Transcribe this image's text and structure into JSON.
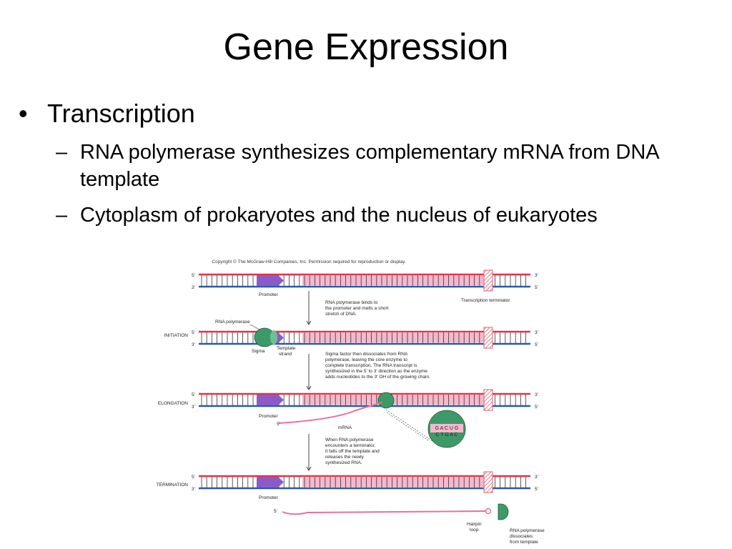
{
  "slide": {
    "title": "Gene Expression",
    "bullet": "Transcription",
    "sub_bullets": [
      "RNA polymerase synthesizes complementary mRNA from DNA template",
      "Cytoplasm of prokaryotes and the nucleus of eukaryotes"
    ],
    "bullet_glyph": "•",
    "dash_glyph": "–"
  },
  "figure": {
    "copyright": "Copyright © The McGraw-Hill Companies, Inc. Permission required for reproduction or display.",
    "ends": {
      "five": "5'",
      "three": "3'"
    },
    "stage_labels": {
      "initiation": "INITIATION",
      "elongation": "ELONGATION",
      "termination": "TERMINATION"
    },
    "labels": {
      "promoter": "Promoter",
      "transcription_terminator": "Transcription terminator",
      "rna_polymerase": "RNA polymerase",
      "sigma": "Sigma",
      "template_strand": [
        "Template",
        "strand"
      ],
      "mrna": "mRNA",
      "hairpin_loop": [
        "Hairpin",
        "loop"
      ],
      "rna_pol_dissociates": [
        "RNA polymerase",
        "dissociates",
        "from template"
      ]
    },
    "captions": {
      "step1": [
        "RNA polymerase binds to",
        "the promoter and melts a short",
        "stretch of DNA."
      ],
      "step2": [
        "Sigma factor then dissociates from RNA",
        "polymerase, leaving the core enzyme to",
        "complete transcription. The RNA transcript is",
        "synthesized in the 5' to 3' direction as the enzyme",
        "adds nucleotides to the 3' OH of the growing chain."
      ],
      "step3": [
        "When RNA polymerase",
        "encounters a terminator,",
        "it falls off the template and",
        "releases the newly",
        " synthesized RNA."
      ]
    },
    "zoom_bases": {
      "top": "G A C U G",
      "bottom": "C T G A C"
    },
    "colors": {
      "top_strand": "#e8304a",
      "bottom_strand": "#2a5aa8",
      "transcribed": "#f5b8cc",
      "promoter": "#8a5bc8",
      "polymerase": "#3d9a68",
      "terminator": "#e06070",
      "mrna": "#e8709a"
    }
  }
}
